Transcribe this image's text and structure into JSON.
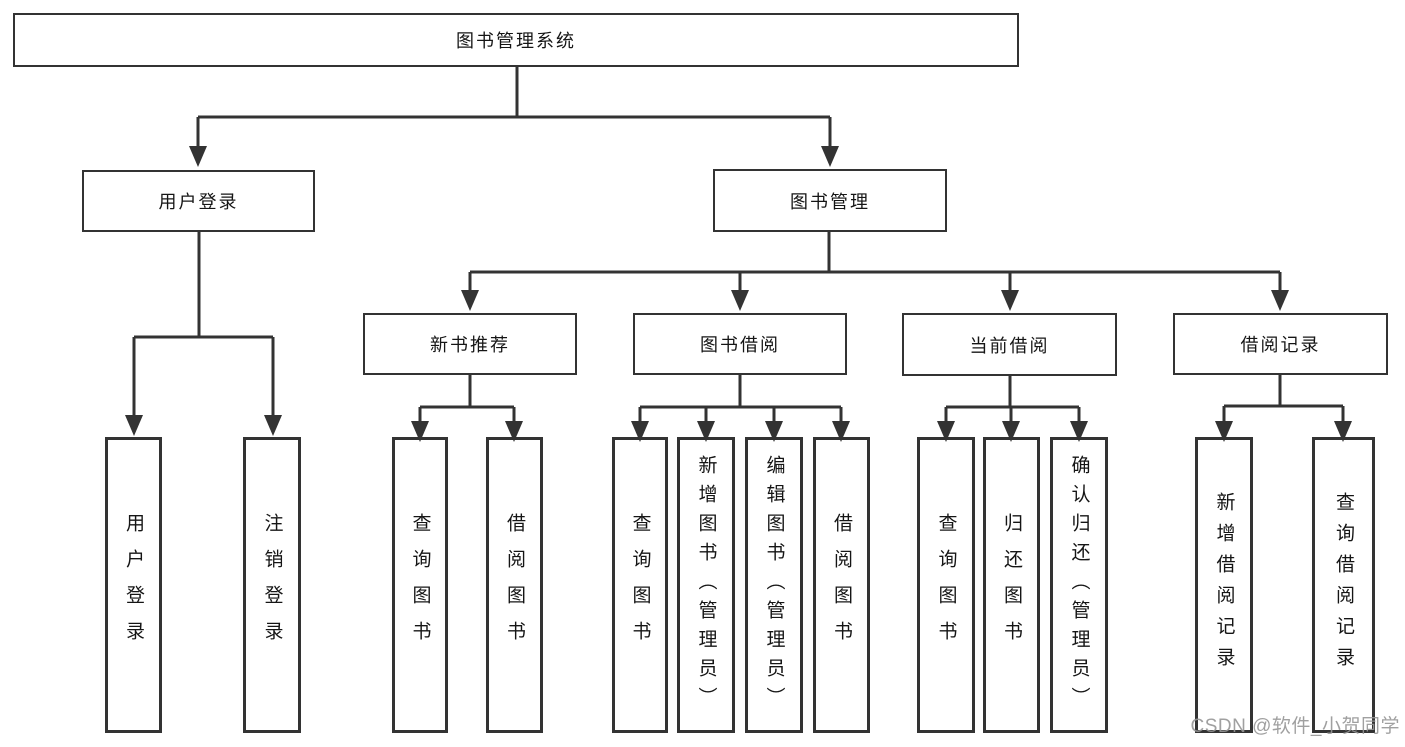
{
  "colors": {
    "box_border": "#333333",
    "connector": "#333333",
    "text": "#151515",
    "watermark": "#969696",
    "background": "#ffffff"
  },
  "watermark": "CSDN @软件_小贺同学",
  "tree": {
    "label": "图书管理系统",
    "children": [
      {
        "label": "用户登录",
        "children": [
          {
            "label": "用户登录"
          },
          {
            "label": "注销登录"
          }
        ]
      },
      {
        "label": "图书管理",
        "children": [
          {
            "label": "新书推荐",
            "children": [
              {
                "label": "查询图书"
              },
              {
                "label": "借阅图书"
              }
            ]
          },
          {
            "label": "图书借阅",
            "children": [
              {
                "label": "查询图书"
              },
              {
                "label": "新增图书（管理员）"
              },
              {
                "label": "编辑图书（管理员）"
              },
              {
                "label": "借阅图书"
              }
            ]
          },
          {
            "label": "当前借阅",
            "children": [
              {
                "label": "查询图书"
              },
              {
                "label": "归还图书"
              },
              {
                "label": "确认归还（管理员）"
              }
            ]
          },
          {
            "label": "借阅记录",
            "children": [
              {
                "label": "新增借阅记录"
              },
              {
                "label": "查询借阅记录"
              }
            ]
          }
        ]
      }
    ]
  }
}
